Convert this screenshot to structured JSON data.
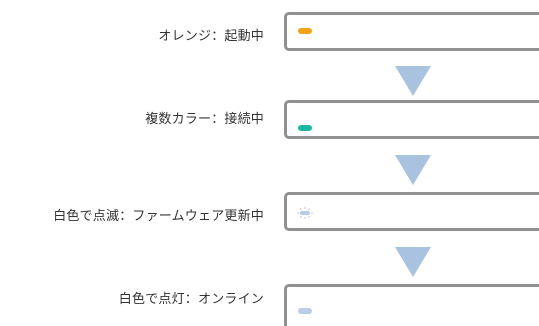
{
  "steps": [
    {
      "label": "オレンジ：起動中",
      "indicator": "orange-solid-led",
      "color": "#f2a31b"
    },
    {
      "label": "複数カラー：接続中",
      "indicator": "teal-solid-led",
      "color": "#1db5a4"
    },
    {
      "label": "白色で点滅：ファームウェア更新中",
      "indicator": "blinking-white-led",
      "color": "#b9cde8"
    },
    {
      "label": "白色で点灯：オンライン",
      "indicator": "solid-white-led",
      "color": "#b9cde8"
    }
  ],
  "arrow_color": "#a9c2df"
}
